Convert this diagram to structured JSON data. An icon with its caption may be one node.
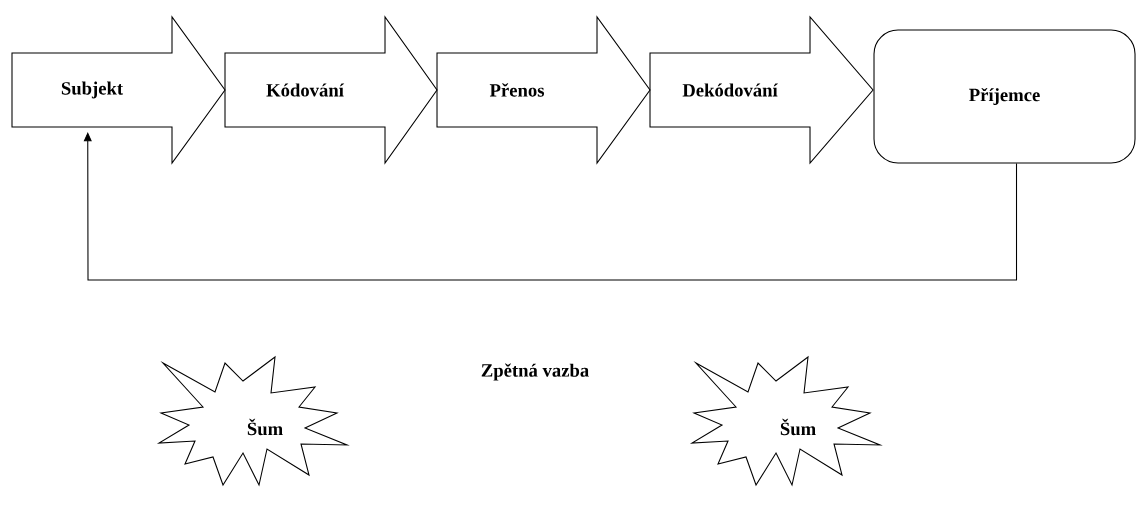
{
  "diagram": {
    "nodes": [
      {
        "text": [
          "Subjekt"
        ]
      },
      {
        "text": [
          "Kódování"
        ]
      },
      {
        "text": [
          "Přenos"
        ]
      },
      {
        "text": [
          "Dekódování"
        ]
      },
      {
        "text": [
          "Příjemce"
        ]
      },
      {
        "text": [
          "Šum"
        ]
      },
      {
        "text": [
          "Šum"
        ]
      }
    ],
    "edges": [
      {
        "from": 4,
        "to": 0,
        "arrow": "to"
      }
    ],
    "labels": [
      "Zpětná vazba"
    ]
  }
}
